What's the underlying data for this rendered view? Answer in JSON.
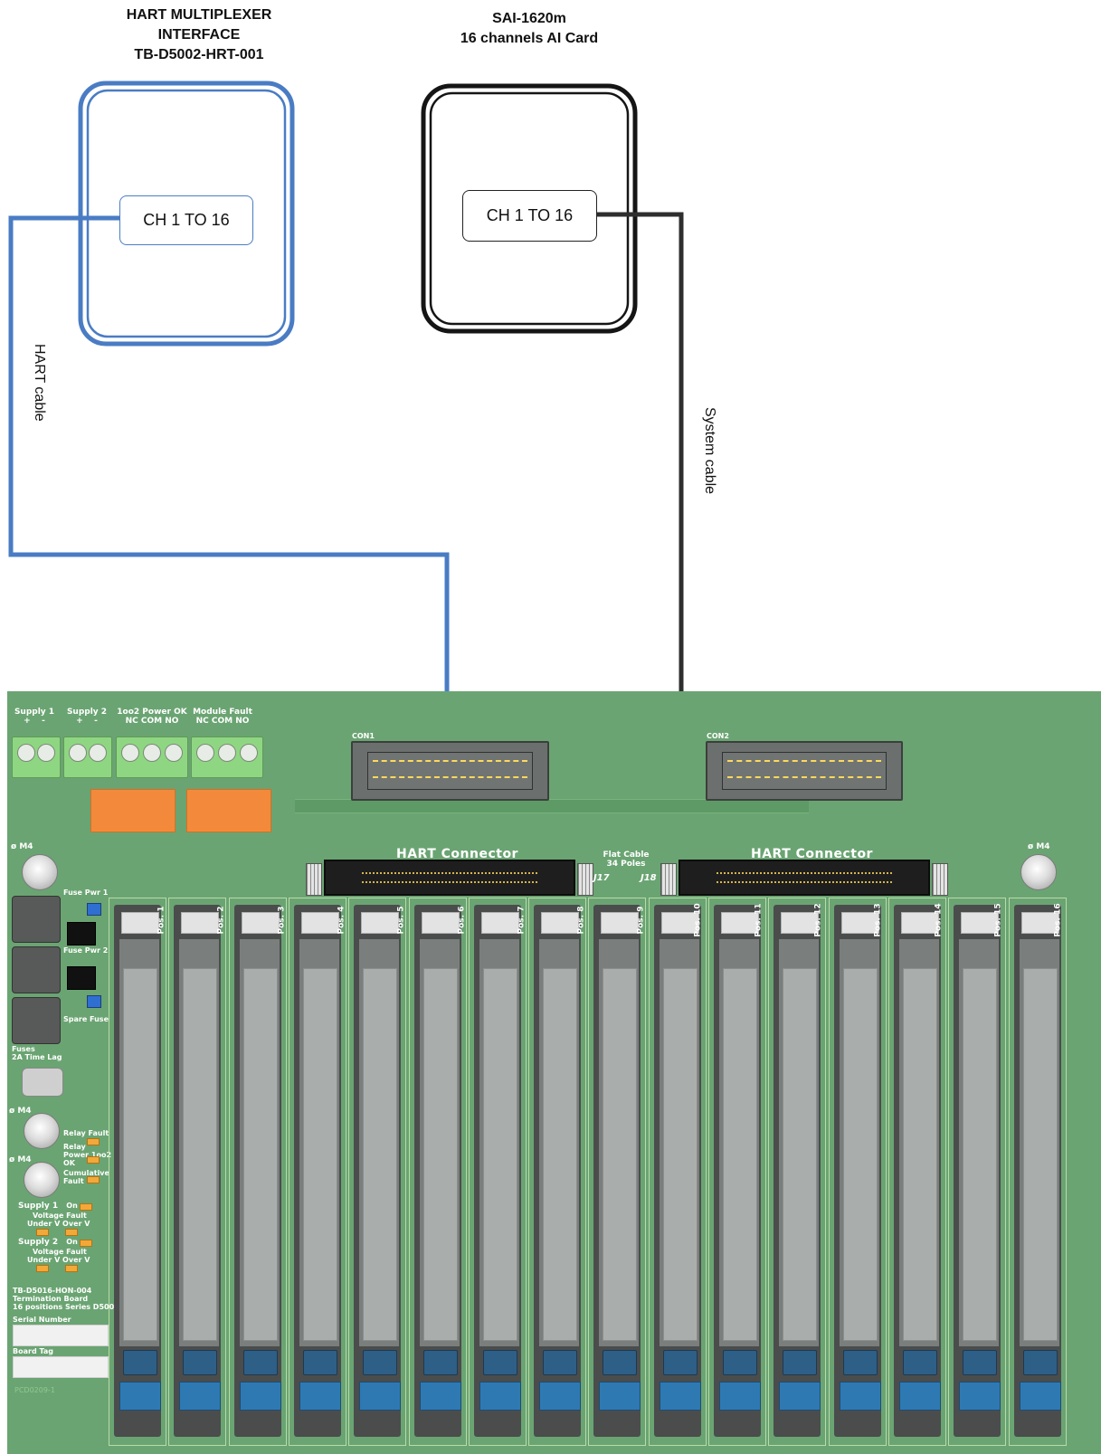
{
  "hart_mux": {
    "title_line1": "HART MULTIPLEXER",
    "title_line2": "INTERFACE",
    "title_line3": "TB-D5002-HRT-001",
    "channel_label": "CH 1 TO 16",
    "color": "#4a7cc4"
  },
  "ai_card": {
    "title_line1": "SAI-1620m",
    "title_line2": "16 channels AI Card",
    "channel_label": "CH 1 TO 16",
    "color": "#151515"
  },
  "cables": {
    "hart_cable": "HART cable",
    "system_cable": "System cable",
    "hart_color": "#4a7cc4",
    "system_color": "#2e2e2e"
  },
  "board": {
    "bg_color": "#6aa472",
    "terminals": {
      "supply1": "Supply 1",
      "supply1_pins": "+    -",
      "supply2": "Supply 2",
      "supply2_pins": "+    -",
      "power_ok": "1oo2 Power OK",
      "power_ok_pins": "NC COM NO",
      "module_fault": "Module Fault",
      "module_fault_pins": "NC COM NO"
    },
    "con1": "CON1",
    "con2": "CON2",
    "hart_connector_1": "HART Connector",
    "hart_connector_2": "HART Connector",
    "flat_cable_line1": "Flat Cable",
    "flat_cable_line2": "34 Poles",
    "j17": "J17",
    "j18": "J18",
    "m4_labels": [
      "ø M4",
      "ø M4",
      "ø M4",
      "ø M4"
    ],
    "fuse_pwr1": "Fuse Pwr 1",
    "fuse_pwr2": "Fuse Pwr 2",
    "spare_fuse": "Spare Fuse",
    "fuses_line1": "Fuses",
    "fuses_line2": "2A Time Lag",
    "relay_fault": "Relay Fault",
    "relay_power_line1": "Relay",
    "relay_power_line2": "Power 1oo2",
    "relay_power_line3": "OK",
    "cumulative_line1": "Cumulative",
    "cumulative_line2": "Fault",
    "supply1_status": "Supply 1",
    "supply1_on": "On",
    "supply1_vf": "Voltage Fault",
    "supply1_uo": "Under V  Over V",
    "supply2_status": "Supply 2",
    "supply2_on": "On",
    "supply2_vf": "Voltage Fault",
    "supply2_uo": "Under V  Over V",
    "board_id_line1": "TB-D5016-HON-004",
    "board_id_line2": "Termination Board",
    "board_id_line3": "16 positions Series D5000",
    "serial_number": "Serial Number",
    "board_tag": "Board Tag",
    "pcb_code": "PCD0209-1"
  },
  "positions": [
    "Pos. 1",
    "Pos. 2",
    "Pos. 3",
    "Pos. 4",
    "Pos. 5",
    "Pos. 6",
    "Pos. 7",
    "Pos. 8",
    "Pos. 9",
    "Pos. 10",
    "Pos. 11",
    "Pos. 12",
    "Pos. 13",
    "Pos. 14",
    "Pos. 15",
    "Pos. 16"
  ]
}
